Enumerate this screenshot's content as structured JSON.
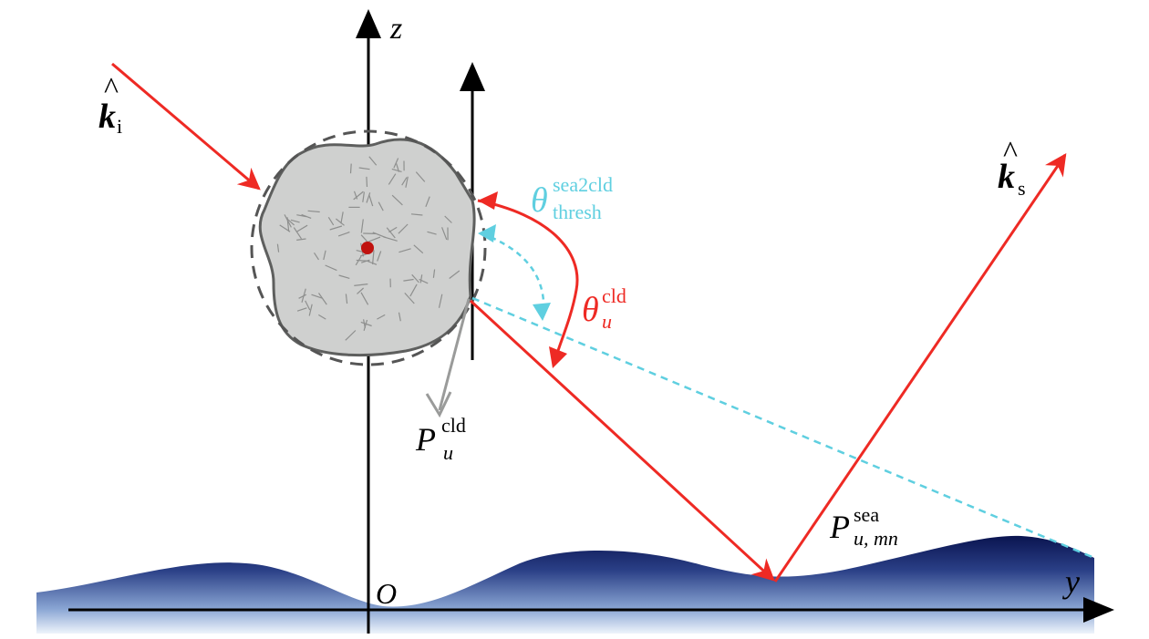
{
  "axes": {
    "z_label": "z",
    "y_label": "y",
    "origin_label": "O"
  },
  "vectors": {
    "incident": {
      "symbol": "k",
      "hat": "^",
      "subscript": "i"
    },
    "scattered": {
      "symbol": "k",
      "hat": "^",
      "subscript": "s"
    }
  },
  "angles": {
    "threshold": {
      "symbol": "θ",
      "superscript": "sea2cld",
      "subscript": "thresh"
    },
    "cloud_angle": {
      "symbol": "θ",
      "superscript": "cld",
      "subscript": "u"
    }
  },
  "points": {
    "cloud_point": {
      "symbol": "P",
      "superscript": "cld",
      "subscript": "u"
    },
    "sea_point": {
      "symbol": "P",
      "superscript": "sea",
      "subscript": "u, mn"
    }
  },
  "colors": {
    "ray": "#ee2a24",
    "threshold": "#5fcfe0",
    "axis": "#000000",
    "cloud_fill": "#cfd0cf",
    "cloud_edge": "#5e5f5e",
    "sea_top": "#0a1450",
    "sea_bottom": "#e8f0fa",
    "normal_arrow": "#9a9b9a"
  }
}
